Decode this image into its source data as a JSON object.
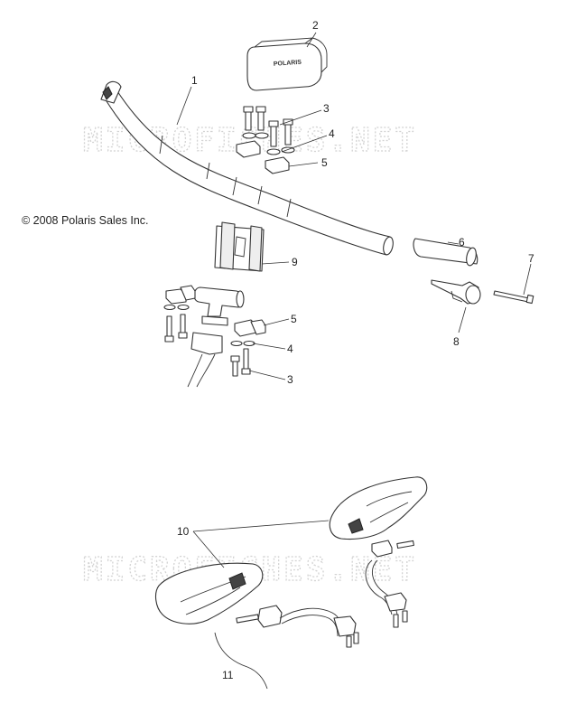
{
  "copyright": "© 2008 Polaris Sales Inc.",
  "watermark": "MICROFICHES.NET",
  "callouts": [
    "1",
    "2",
    "3",
    "4",
    "5",
    "6",
    "7",
    "8",
    "9",
    "5",
    "4",
    "3",
    "10",
    "11"
  ],
  "pad_logo_text": "POLARIS"
}
